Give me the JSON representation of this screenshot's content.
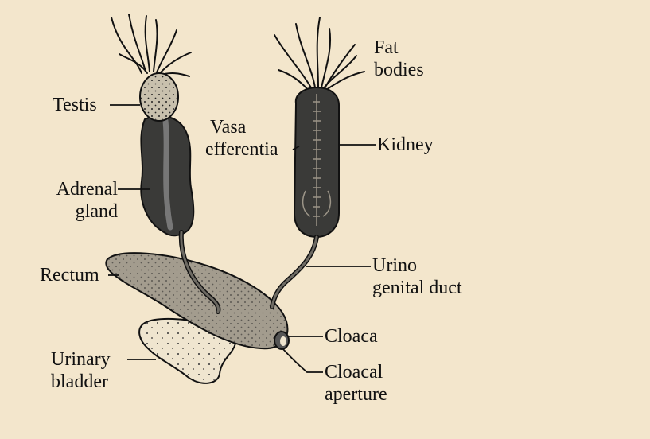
{
  "labels": {
    "fat_bodies": [
      "Fat",
      "bodies"
    ],
    "testis": "Testis",
    "vasa_efferentia": [
      "Vasa",
      "efferentia"
    ],
    "kidney": "Kidney",
    "adrenal_gland": [
      "Adrenal",
      "gland"
    ],
    "rectum": "Rectum",
    "urino_genital_duct": [
      "Urino",
      "genital duct"
    ],
    "cloaca": "Cloaca",
    "urinary_bladder": [
      "Urinary",
      "bladder"
    ],
    "cloacal_aperture": [
      "Cloacal",
      "aperture"
    ]
  },
  "colors": {
    "background": "#f3e6cc",
    "organ_dark": "#3a3a38",
    "organ_mid": "#9c9588",
    "organ_light": "#d9d1bf",
    "outline": "#111111"
  }
}
